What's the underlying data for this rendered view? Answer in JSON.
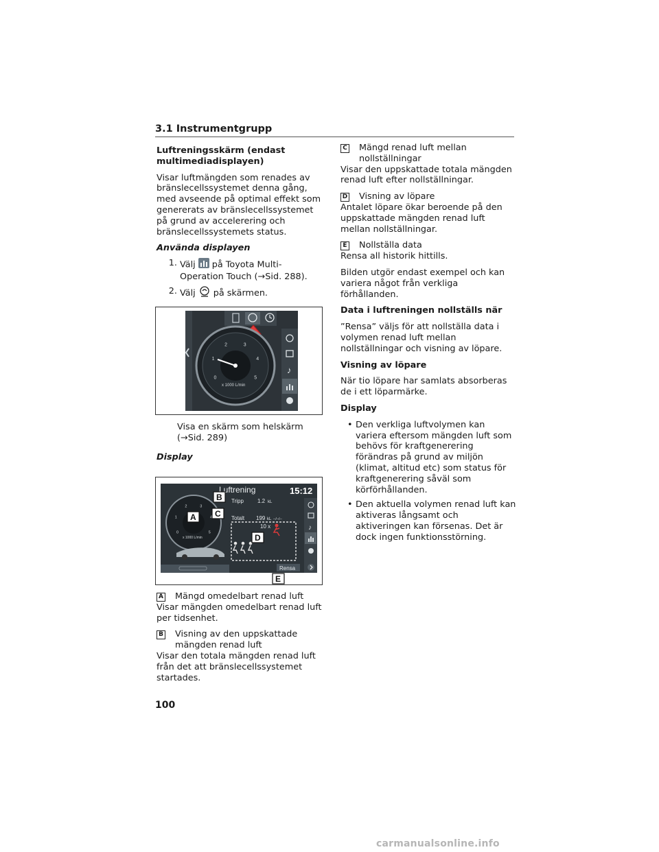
{
  "section_title": "3.1  Instrumentgrupp",
  "left": {
    "heading_line1": "Luftreningsskärm (endast",
    "heading_line2": "multimediadisplayen)",
    "intro": "Visar luftmängden som renades av bränslecellssystemet denna gång, med avseende på optimal effekt som genererats av bränslecellssystemet på grund av accelerering och bränslecellssystemets status.",
    "use_heading": "Använda displayen",
    "step1_num": "1.",
    "step1_pre": "Välj",
    "step1_post": "på Toyota Multi-Operation Touch (→Sid. 288).",
    "step2_num": "2.",
    "step2_pre": "Välj",
    "step2_post": "på skärmen.",
    "fig1_caption": "Visa en skärm som helskärm (→Sid. 289)",
    "display_heading": "Display",
    "itemA_label": "A",
    "itemA_title": "Mängd omedelbart renad luft",
    "itemA_desc": "Visar mängden omedelbart renad luft per tidsenhet.",
    "itemB_label": "B",
    "itemB_title": "Visning av den uppskattade mängden renad luft",
    "itemB_desc": "Visar den totala mängden renad luft från det att bränslecellssystemet startades."
  },
  "right": {
    "itemC_label": "C",
    "itemC_title": "Mängd renad luft mellan nollställningar",
    "itemC_desc": "Visar den uppskattade totala mängden renad luft efter nollställningar.",
    "itemD_label": "D",
    "itemD_title": "Visning av löpare",
    "itemD_desc": "Antalet löpare ökar beroende på den uppskattade mängden renad luft mellan nollställningar.",
    "itemE_label": "E",
    "itemE_title": "Nollställa data",
    "itemE_desc": "Rensa all historik hittills.",
    "note": "Bilden utgör endast exempel och kan variera något från verkliga förhållanden.",
    "reset_heading": "Data i luftreningen nollställs när",
    "reset_text": "”Rensa” väljs för att nollställa data i volymen renad luft mellan nollställningar och visning av löpare.",
    "runner_heading": "Visning av löpare",
    "runner_text": "När tio löpare har samlats absorberas de i ett löparmärke.",
    "display_heading": "Display",
    "bullet1": "Den verkliga luftvolymen kan variera eftersom mängden luft som behövs för kraftgenerering förändras på grund av miljön (klimat, altitud etc) som status för kraftgenerering såväl som körförhållanden.",
    "bullet2": "Den aktuella volymen renad luft kan aktiveras långsamt och aktiveringen kan försenas. Det är dock ingen funktionsstörning."
  },
  "fig1": {
    "gauge_ticks": [
      "0",
      "1",
      "2",
      "3",
      "4",
      "5"
    ],
    "gauge_unit": "x 1000 L/min"
  },
  "fig2": {
    "title": "Luftrening",
    "clock": "15:12",
    "trip_label": "Tripp",
    "trip_value": "1.2",
    "trip_unit": "kL",
    "total_label": "Totalt",
    "total_value": "199",
    "total_unit": "kL",
    "total_date": "--/--/--",
    "runner_count": "10 x",
    "gauge_ticks": [
      "0",
      "1",
      "2",
      "3",
      "4",
      "5"
    ],
    "gauge_unit": "x 1000 L/min",
    "clear_button": "Rensa",
    "callouts": [
      "A",
      "B",
      "C",
      "D",
      "E"
    ]
  },
  "page_number": "100",
  "watermark": "carmanualsonline.info",
  "colors": {
    "screen_bg": "#2c3338",
    "accent_red": "#d93a3a",
    "arrow_red": "#e23b3b"
  }
}
